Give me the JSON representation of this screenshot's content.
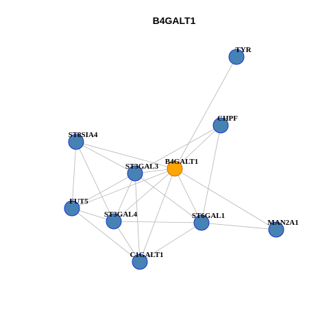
{
  "title": "B4GALT1",
  "colors": {
    "center_fill": "#FFA500",
    "center_stroke": "#CC6600",
    "node_fill": "#4682B4",
    "node_stroke": "#1F2FCC",
    "edge": "#B3B3B3"
  },
  "nodes": [
    {
      "id": "B4GALT1",
      "label": "B4GALT1",
      "center": true
    },
    {
      "id": "TYR",
      "label": "TYR"
    },
    {
      "id": "CHPF",
      "label": "CHPF"
    },
    {
      "id": "ST8SIA4",
      "label": "ST8SIA4"
    },
    {
      "id": "ST3GAL3",
      "label": "ST3GAL3"
    },
    {
      "id": "FUT5",
      "label": "FUT5"
    },
    {
      "id": "ST3GAL4",
      "label": "ST3GAL4"
    },
    {
      "id": "ST6GAL1",
      "label": "ST6GAL1"
    },
    {
      "id": "MAN2A1",
      "label": "MAN2A1"
    },
    {
      "id": "C1GALT1",
      "label": "C1GALT1"
    }
  ],
  "edges": [
    [
      "B4GALT1",
      "TYR"
    ],
    [
      "B4GALT1",
      "CHPF"
    ],
    [
      "B4GALT1",
      "ST8SIA4"
    ],
    [
      "B4GALT1",
      "ST3GAL3"
    ],
    [
      "B4GALT1",
      "FUT5"
    ],
    [
      "B4GALT1",
      "ST3GAL4"
    ],
    [
      "B4GALT1",
      "ST6GAL1"
    ],
    [
      "B4GALT1",
      "MAN2A1"
    ],
    [
      "B4GALT1",
      "C1GALT1"
    ],
    [
      "CHPF",
      "ST3GAL3"
    ],
    [
      "CHPF",
      "ST6GAL1"
    ],
    [
      "ST8SIA4",
      "ST3GAL3"
    ],
    [
      "ST8SIA4",
      "FUT5"
    ],
    [
      "ST8SIA4",
      "ST3GAL4"
    ],
    [
      "ST3GAL3",
      "FUT5"
    ],
    [
      "ST3GAL3",
      "ST3GAL4"
    ],
    [
      "ST3GAL3",
      "ST6GAL1"
    ],
    [
      "ST3GAL3",
      "C1GALT1"
    ],
    [
      "FUT5",
      "ST3GAL4"
    ],
    [
      "FUT5",
      "C1GALT1"
    ],
    [
      "ST3GAL4",
      "ST6GAL1"
    ],
    [
      "ST3GAL4",
      "C1GALT1"
    ],
    [
      "ST6GAL1",
      "C1GALT1"
    ],
    [
      "ST6GAL1",
      "MAN2A1"
    ]
  ]
}
